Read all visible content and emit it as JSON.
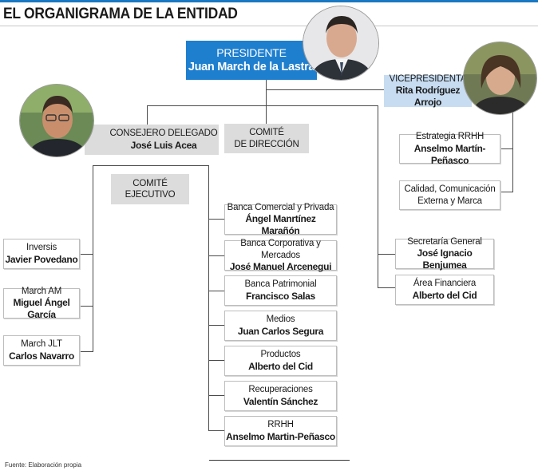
{
  "header": {
    "title": "EL ORGANIGRAMA DE LA ENTIDAD"
  },
  "colors": {
    "accent_blue": "#1f7fcf",
    "light_blue": "#c7dcf1",
    "box_grey": "#dcdcdc",
    "line": "#4a4a4a"
  },
  "presidente": {
    "role": "PRESIDENTE",
    "name": "Juan March de la Lastra",
    "photo_icon": "portrait-photo-icon"
  },
  "vicepresidenta": {
    "role": "VICEPRESIDENTA",
    "name": "Rita Rodríguez Arrojo",
    "photo_icon": "portrait-photo-icon"
  },
  "consejero": {
    "role": "CONSEJERO DELEGADO",
    "name": "José Luis Acea",
    "photo_icon": "portrait-photo-icon"
  },
  "comite_direccion": {
    "line1": "COMITÉ",
    "line2": "DE DIRECCIÓN"
  },
  "comite_ejecutivo": {
    "line1": "COMITÉ",
    "line2": "EJECUTIVO"
  },
  "vp_units": [
    {
      "area": "Estrategia RRHH",
      "name": "Anselmo Martín-Peñasco"
    },
    {
      "area": "Calidad, Comunicación",
      "name": "Externa y Marca"
    }
  ],
  "left_units": [
    {
      "area": "Inversis",
      "name": "Javier Povedano"
    },
    {
      "area": "March AM",
      "name": "Miguel Ángel García"
    },
    {
      "area": "March JLT",
      "name": "Carlos Navarro"
    }
  ],
  "center_units": [
    {
      "area": "Banca Comercial y Privada",
      "name": "Ángel Manrtínez Marañón"
    },
    {
      "area": "Banca Corporativa y Mercados",
      "name": "José Manuel Arcenegui"
    },
    {
      "area": "Banca Patrimonial",
      "name": "Francisco Salas"
    },
    {
      "area": "Medios",
      "name": "Juan Carlos Segura"
    },
    {
      "area": "Productos",
      "name": "Alberto del Cid"
    },
    {
      "area": "Recuperaciones",
      "name": "Valentín Sánchez"
    },
    {
      "area": "RRHH",
      "name": "Anselmo Martin-Peñasco"
    }
  ],
  "right_units": [
    {
      "area": "Secretaría General",
      "name": "José Ignacio Benjumea"
    },
    {
      "area": "Área Financiera",
      "name": "Alberto del Cid"
    }
  ],
  "footer": {
    "source_label": "Fuente:",
    "source_value": "Elaboración propia"
  }
}
